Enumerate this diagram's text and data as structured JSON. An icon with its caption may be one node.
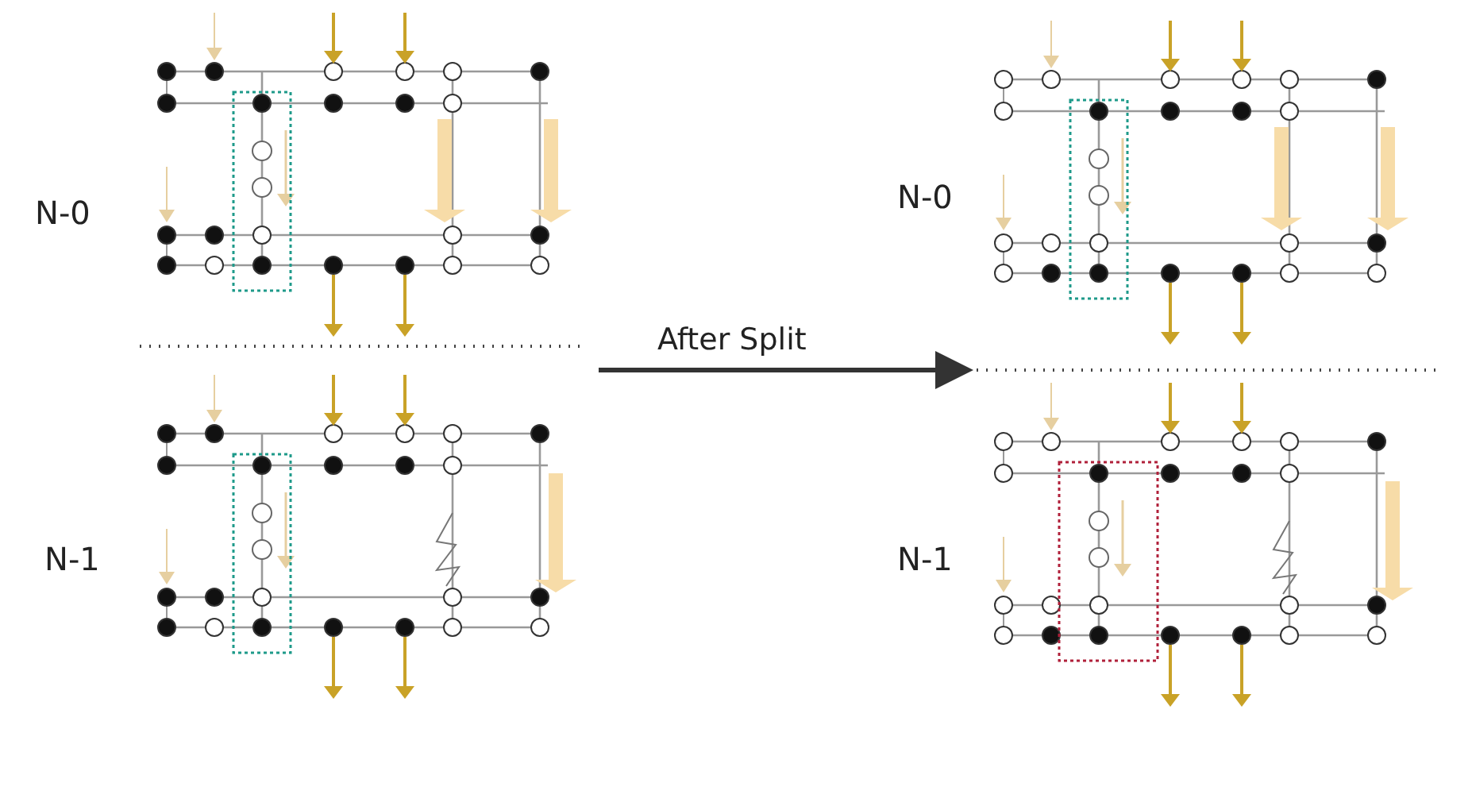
{
  "diagram": {
    "nodes": [
      {
        "text": [],
        "shape": "picture"
      },
      {
        "text": [],
        "shape": "picture"
      }
    ],
    "edges": [
      {
        "from": 0,
        "to": 1,
        "arrow": "to",
        "label": "After Split"
      }
    ],
    "labels": [
      "N-0",
      "N-1",
      "N-0",
      "N-1"
    ]
  }
}
